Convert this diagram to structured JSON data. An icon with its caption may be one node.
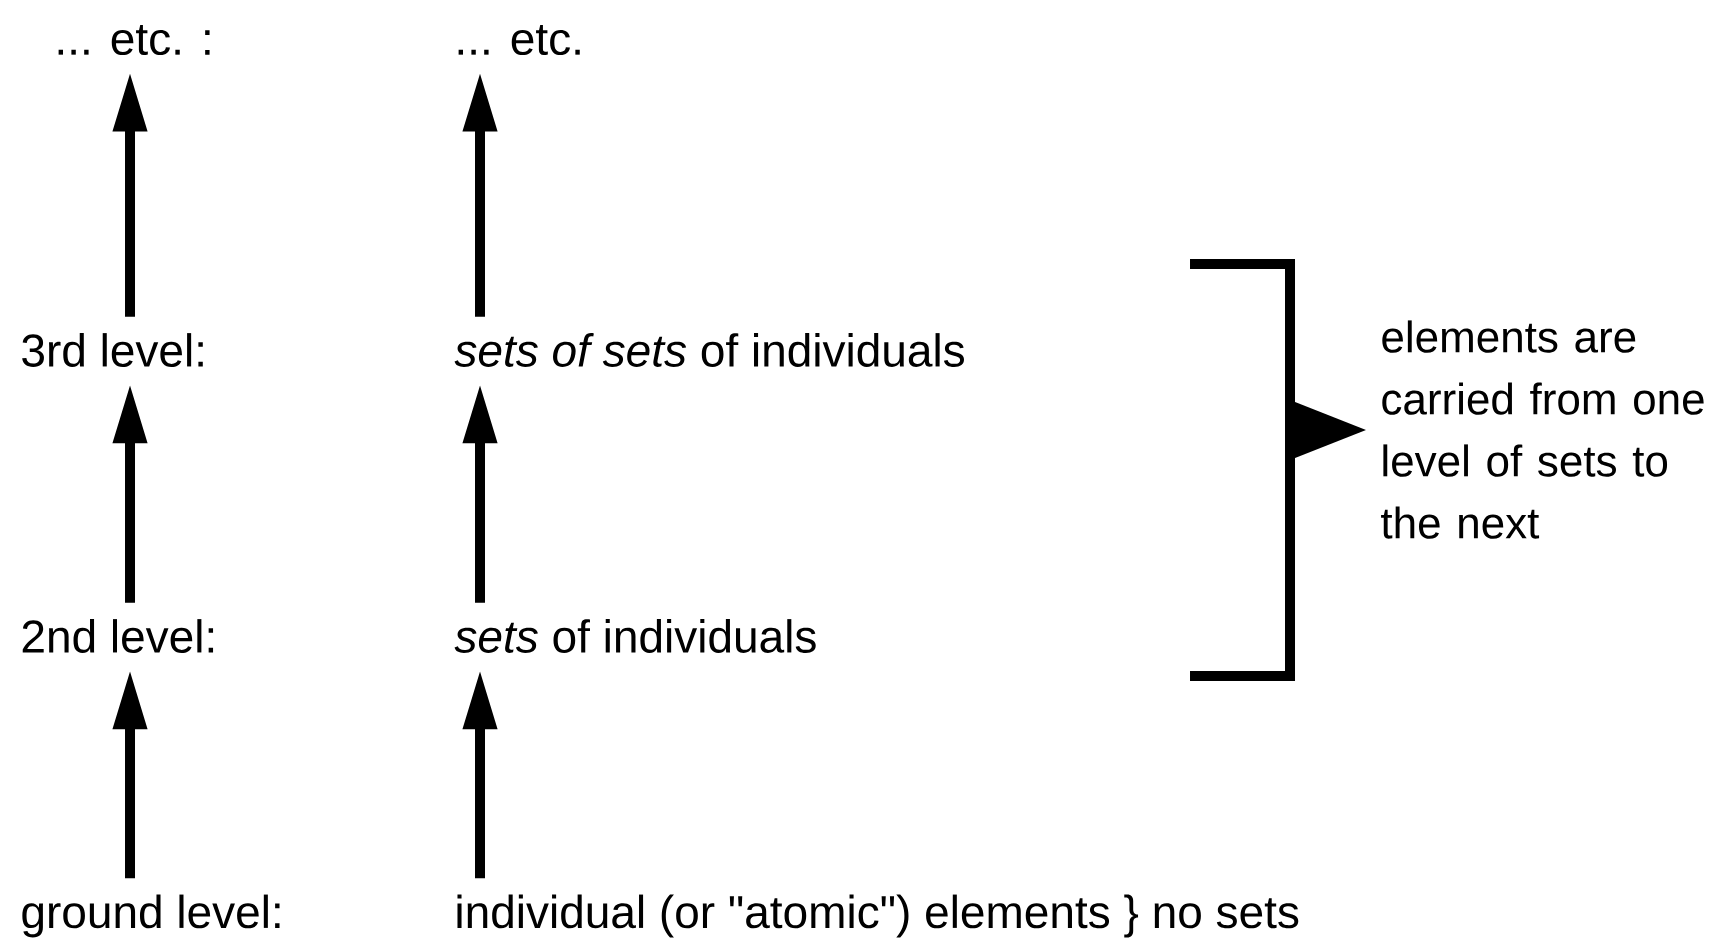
{
  "diagram": {
    "nodes": [
      {
        "text": [
          "... etc. :"
        ]
      },
      {
        "text": [
          "3rd level:"
        ]
      },
      {
        "text": [
          "2nd level:"
        ]
      },
      {
        "text": [
          "ground level:"
        ]
      },
      {
        "text": [
          "... etc."
        ]
      },
      {
        "text": [
          "*sets of sets* of individuals"
        ]
      },
      {
        "text": [
          "*sets* of individuals"
        ]
      },
      {
        "text": [
          "individual (or \"atomic\") elements } no sets"
        ]
      }
    ],
    "edges": [
      {
        "from": 1,
        "to": 0,
        "arrow": "to"
      },
      {
        "from": 2,
        "to": 1,
        "arrow": "to"
      },
      {
        "from": 3,
        "to": 2,
        "arrow": "to"
      },
      {
        "from": 5,
        "to": 4,
        "arrow": "to"
      },
      {
        "from": 6,
        "to": 5,
        "arrow": "to"
      },
      {
        "from": 7,
        "to": 6,
        "arrow": "to"
      }
    ],
    "labels": [
      "elements are carried from one level of sets to the next"
    ]
  }
}
